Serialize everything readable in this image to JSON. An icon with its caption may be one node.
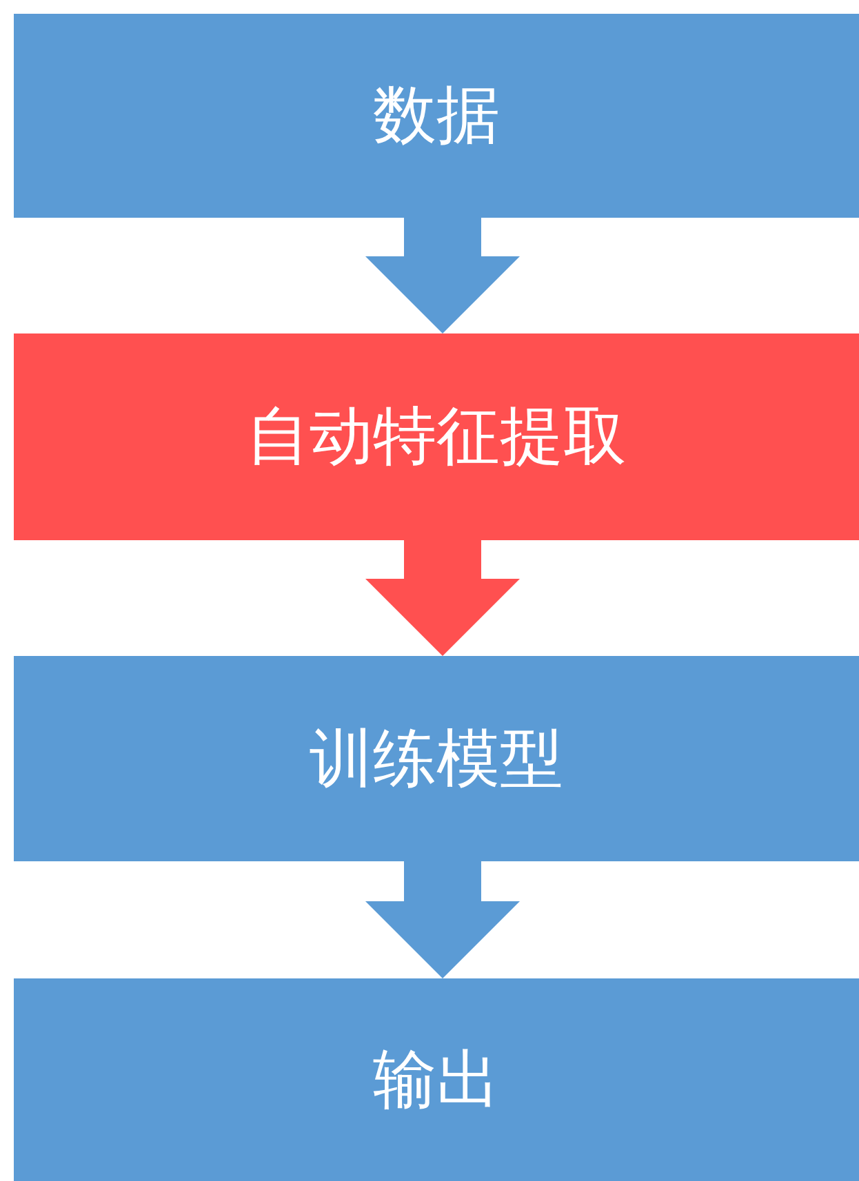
{
  "diagram": {
    "nodes": [
      {
        "text": [
          "数据"
        ]
      },
      {
        "text": [
          "自动特征提取"
        ]
      },
      {
        "text": [
          "训练模型"
        ]
      },
      {
        "text": [
          "输出"
        ]
      }
    ],
    "edges": [
      {
        "from": 0,
        "to": 1,
        "arrow": "to"
      },
      {
        "from": 1,
        "to": 2,
        "arrow": "to",
        "color": "#ff5050"
      },
      {
        "from": 2,
        "to": 3,
        "arrow": "to"
      }
    ]
  }
}
